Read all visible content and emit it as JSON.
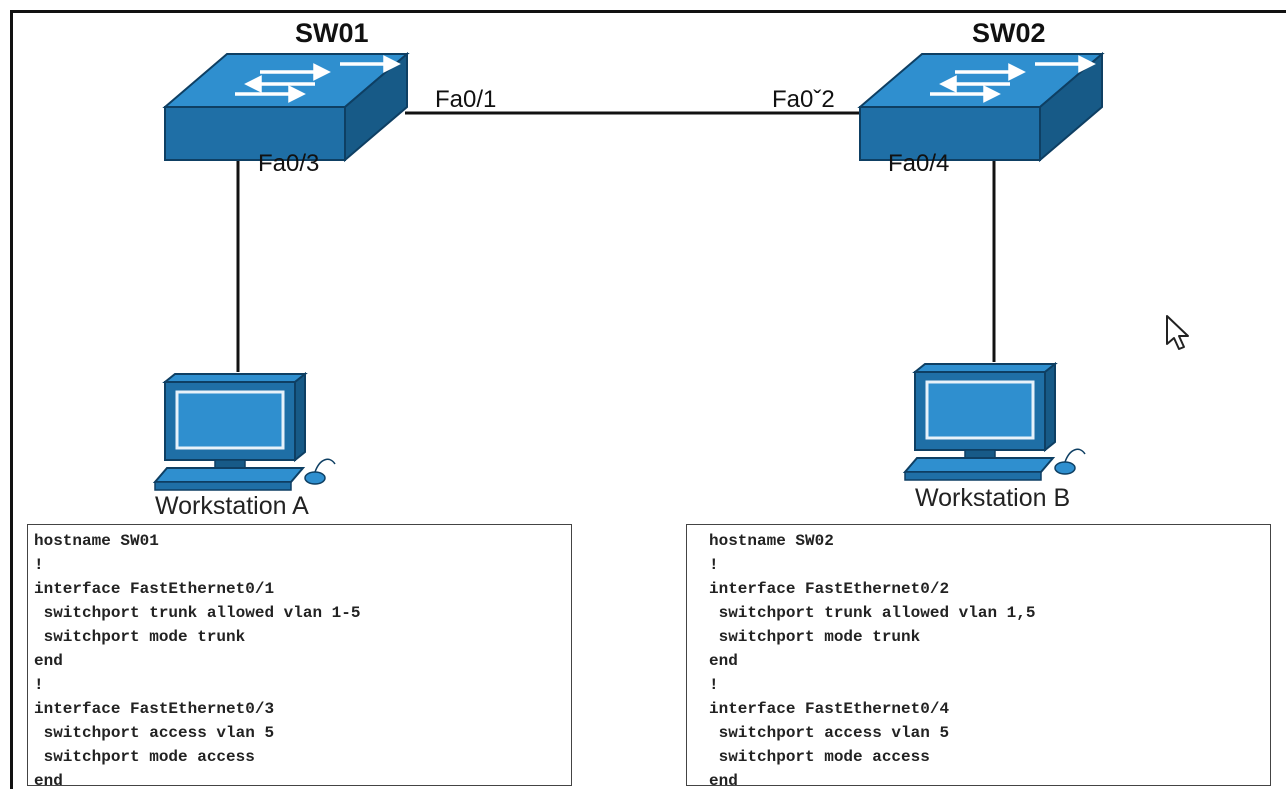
{
  "switches": [
    {
      "name": "SW01"
    },
    {
      "name": "SW02"
    }
  ],
  "ports": {
    "sw01_uplink": "Fa0/1",
    "sw01_access": "Fa0/3",
    "sw02_uplink": "Fa0ˇ2",
    "sw02_access": "Fa0/4"
  },
  "workstations": {
    "a": "Workstation A",
    "b": "Workstation B"
  },
  "configs": {
    "sw01": [
      "hostname SW01",
      "!",
      "interface FastEthernet0/1",
      " switchport trunk allowed vlan 1-5",
      " switchport mode trunk",
      "end",
      "!",
      "interface FastEthernet0/3",
      " switchport access vlan 5",
      " switchport mode access",
      "end"
    ],
    "sw02": [
      "hostname SW02",
      "!",
      "interface FastEthernet0/2",
      " switchport trunk allowed vlan 1,5",
      " switchport mode trunk",
      "end",
      "!",
      "interface FastEthernet0/4",
      " switchport access vlan 5",
      " switchport mode access",
      "end"
    ]
  },
  "colors": {
    "device_front": "#1f6fa6",
    "device_top": "#2f8fcf",
    "device_side": "#175a87",
    "device_outline": "#0e3f63",
    "link": "#111111"
  },
  "icons": [
    "switch-icon",
    "workstation-icon",
    "mouse-pointer-icon"
  ]
}
